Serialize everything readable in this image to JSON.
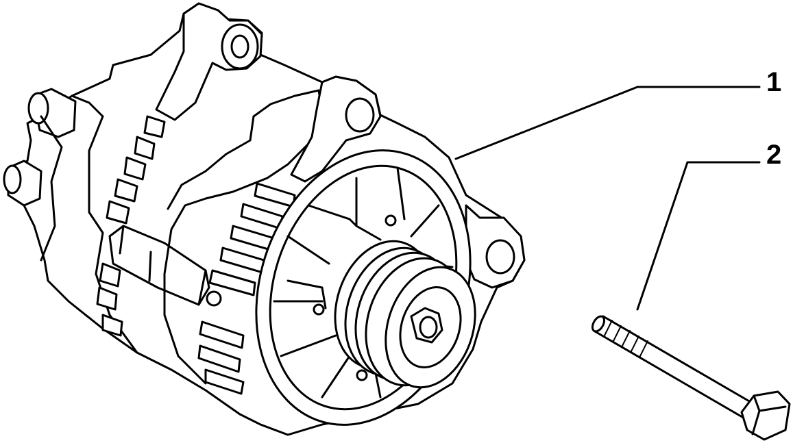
{
  "callouts": [
    {
      "number": "1",
      "part": "alternator"
    },
    {
      "number": "2",
      "part": "bolt"
    }
  ],
  "colors": {
    "line": "#000000",
    "background": "#ffffff"
  }
}
